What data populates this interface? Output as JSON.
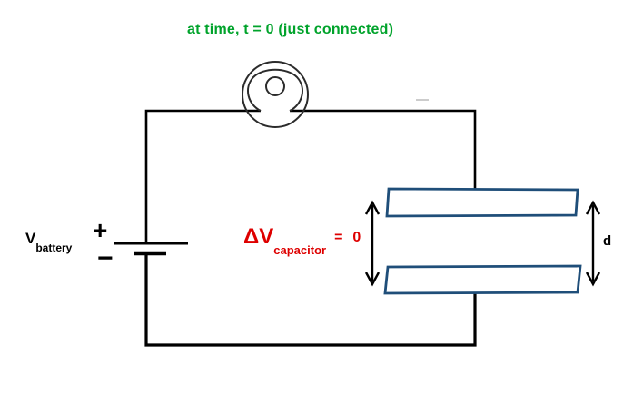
{
  "title": {
    "text": "at time, t = 0 (just connected)"
  },
  "battery": {
    "label_main": "V",
    "label_sub": "battery",
    "plus": "+",
    "minus": "−"
  },
  "capacitor": {
    "dv_main": "ΔV",
    "dv_sub": "capacitor",
    "dv_eq": "=",
    "dv_val": "0",
    "gap_label": "d"
  },
  "colors": {
    "title_green": "#00A32B",
    "label_red": "#DE0000",
    "plate_blue": "#1F4E79",
    "wire_black": "#000000",
    "bulb_stroke": "#2b2b2b",
    "stray_gray": "#cccccc"
  }
}
